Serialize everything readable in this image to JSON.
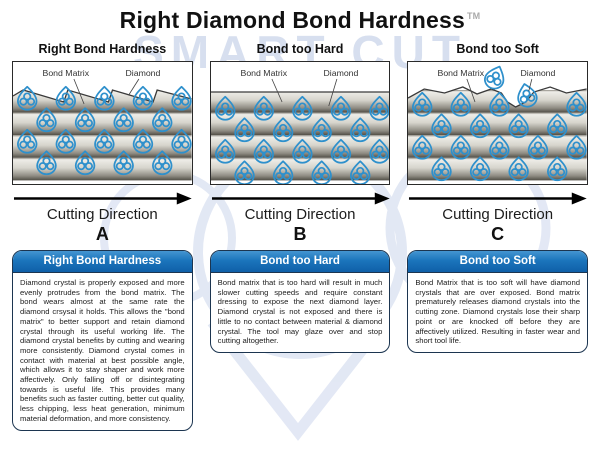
{
  "title": {
    "text": "Right Diamond Bond Hardness",
    "tm": "TM"
  },
  "watermark": {
    "text": "SMART CUT"
  },
  "cutting_direction_label": "Cutting Direction",
  "diagram_labels": {
    "bond_matrix": "Bond Matrix",
    "diamond": "Diamond"
  },
  "panels": [
    {
      "header": "Right Bond Hardness",
      "letter": "A",
      "diagram": "sawtooth",
      "caption_title": "Right Bond Hardness",
      "caption_text": "Diamond crystal is properly exposed and more evenly protrudes from the bond matrix. The bond wears almost at the same rate the diamond crsysal it holds. This allows the \"bond matrix\" to better support and retain diamond crystal through its useful working life. The diamond crystal benefits by cutting and wearing more consistently. Diamond crystal comes in contact with material at best possible angle, which allows it to stay shaper and work more affectively. Only falling off or disintegrating towards is useful life. This provides many benefits such as faster cutting, better cut quality, less chipping, less heat generation, minimum material deformation, and more consistency."
    },
    {
      "header": "Bond too Hard",
      "letter": "B",
      "diagram": "flat",
      "caption_title": "Bond too Hard",
      "caption_text": "Bond matrix that is too hard will result in much slower cutting speeds and require constant dressing to expose the next diamond layer. Diamond crystal is not exposed and there is little to no contact between material & diamond crystal. The tool may glaze over and stop cutting altogether."
    },
    {
      "header": "Bond too Soft",
      "letter": "C",
      "diagram": "worn",
      "caption_title": "Bond too Soft",
      "caption_text": "Bond Matrix that is too soft will have diamond crystals that are over exposed. Bond matrix prematurely releases diamond crystals into the cutting zone. Diamond crystals lose their sharp point or are knocked off before they are affectively utilized. Resulting in faster wear and short tool life."
    }
  ],
  "colors": {
    "diamond_blue": "#2e90cc",
    "header_blue": "#1b75bc",
    "caption_border": "#1c3550",
    "watermark_blue": "#c3cfe8"
  }
}
